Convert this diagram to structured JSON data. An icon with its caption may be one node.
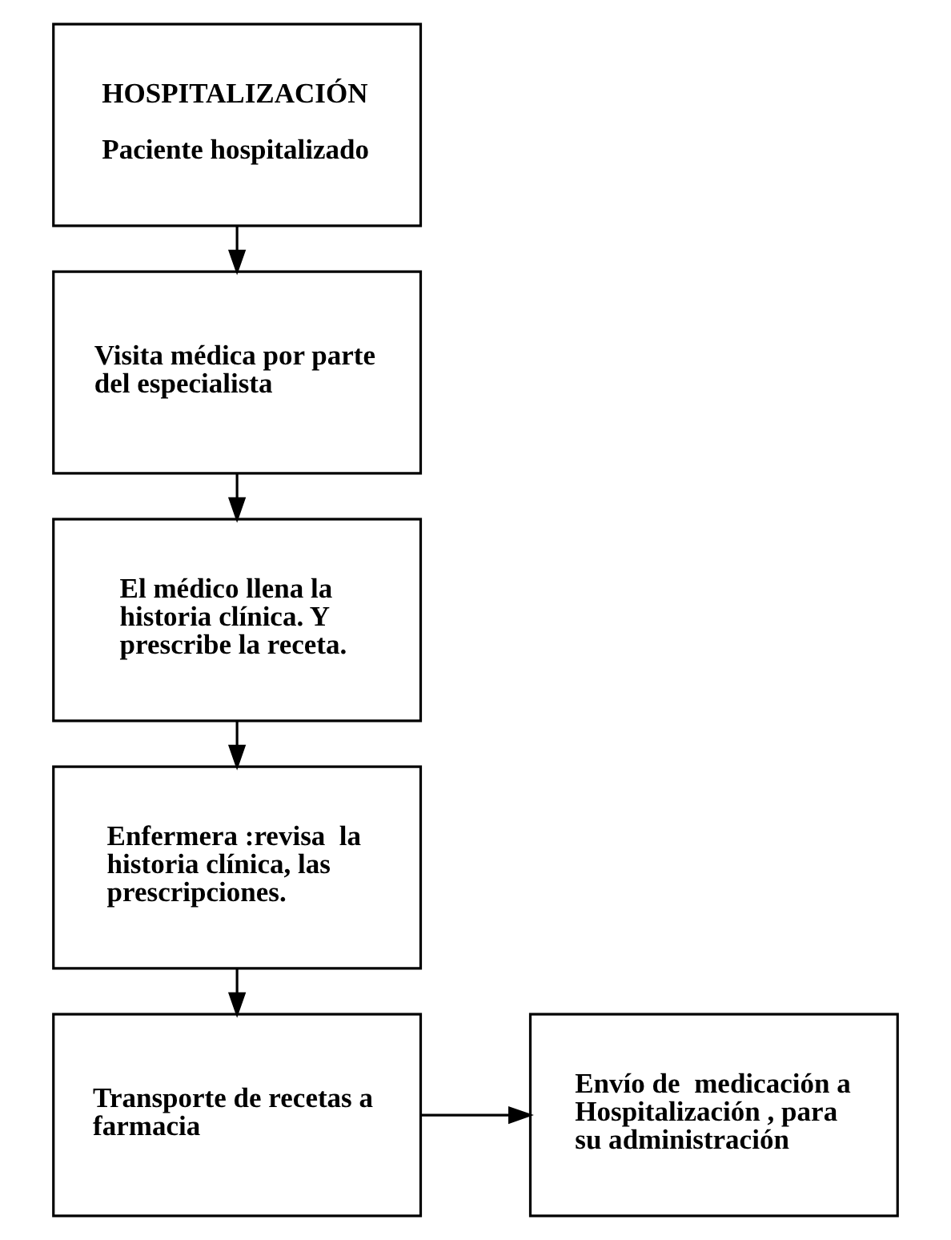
{
  "diagram": {
    "nodes": [
      {
        "text": [
          "HOSPITALIZACIÓN",
          "Paciente hospitalizado"
        ]
      },
      {
        "text": [
          "Visita médica por parte del especialista"
        ]
      },
      {
        "text": [
          "El médico llena la historia clínica. Y prescribe la receta."
        ]
      },
      {
        "text": [
          "Enfermera :revisa  la historia clínica, las prescripciones."
        ]
      },
      {
        "text": [
          "Transporte de recetas a farmacia"
        ]
      },
      {
        "text": [
          "Envío de  medicación a Hospitalización , para su administración"
        ]
      }
    ],
    "edges": [
      {
        "from": 0,
        "to": 1,
        "arrow": "to"
      },
      {
        "from": 1,
        "to": 2,
        "arrow": "to"
      },
      {
        "from": 2,
        "to": 3,
        "arrow": "to"
      },
      {
        "from": 3,
        "to": 4,
        "arrow": "to"
      },
      {
        "from": 4,
        "to": 5,
        "arrow": "to"
      }
    ]
  }
}
